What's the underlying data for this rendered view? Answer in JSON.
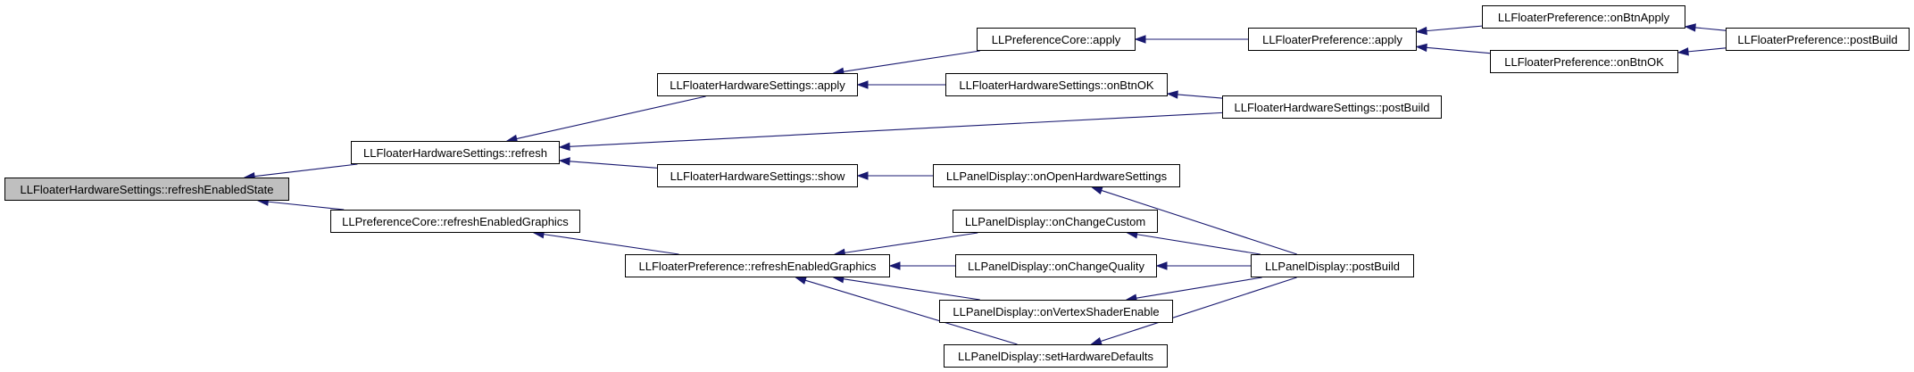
{
  "graph": {
    "edge_color": "#191970",
    "root_fill": "#bfbfbf",
    "node_fill": "#ffffff",
    "nodes": {
      "refreshEnabledState": "LLFloaterHardwareSettings::refreshEnabledState",
      "refresh": "LLFloaterHardwareSettings::refresh",
      "prefCoreRefreshEnabledGraphics": "LLPreferenceCore::refreshEnabledGraphics",
      "hwApply": "LLFloaterHardwareSettings::apply",
      "hwShow": "LLFloaterHardwareSettings::show",
      "floaterPrefRefreshEnabledGraphics": "LLFloaterPreference::refreshEnabledGraphics",
      "prefCoreApply": "LLPreferenceCore::apply",
      "hwOnBtnOK": "LLFloaterHardwareSettings::onBtnOK",
      "hwPostBuild": "LLFloaterHardwareSettings::postBuild",
      "onOpenHardwareSettings": "LLPanelDisplay::onOpenHardwareSettings",
      "onChangeCustom": "LLPanelDisplay::onChangeCustom",
      "onChangeQuality": "LLPanelDisplay::onChangeQuality",
      "onVertexShaderEnable": "LLPanelDisplay::onVertexShaderEnable",
      "setHardwareDefaults": "LLPanelDisplay::setHardwareDefaults",
      "floaterPrefApply": "LLFloaterPreference::apply",
      "panelDisplayPostBuild": "LLPanelDisplay::postBuild",
      "floaterPrefOnBtnApply": "LLFloaterPreference::onBtnApply",
      "floaterPrefOnBtnOK": "LLFloaterPreference::onBtnOK",
      "floaterPrefPostBuild": "LLFloaterPreference::postBuild"
    },
    "edges": [
      [
        "refresh",
        "refreshEnabledState"
      ],
      [
        "prefCoreRefreshEnabledGraphics",
        "refreshEnabledState"
      ],
      [
        "hwApply",
        "refresh"
      ],
      [
        "hwShow",
        "refresh"
      ],
      [
        "hwPostBuild",
        "refresh"
      ],
      [
        "floaterPrefRefreshEnabledGraphics",
        "prefCoreRefreshEnabledGraphics"
      ],
      [
        "prefCoreApply",
        "hwApply"
      ],
      [
        "hwOnBtnOK",
        "hwApply"
      ],
      [
        "onOpenHardwareSettings",
        "hwShow"
      ],
      [
        "onChangeCustom",
        "floaterPrefRefreshEnabledGraphics"
      ],
      [
        "onChangeQuality",
        "floaterPrefRefreshEnabledGraphics"
      ],
      [
        "onVertexShaderEnable",
        "floaterPrefRefreshEnabledGraphics"
      ],
      [
        "setHardwareDefaults",
        "floaterPrefRefreshEnabledGraphics"
      ],
      [
        "floaterPrefApply",
        "prefCoreApply"
      ],
      [
        "hwPostBuild",
        "hwOnBtnOK"
      ],
      [
        "panelDisplayPostBuild",
        "onOpenHardwareSettings"
      ],
      [
        "panelDisplayPostBuild",
        "onChangeCustom"
      ],
      [
        "panelDisplayPostBuild",
        "onChangeQuality"
      ],
      [
        "panelDisplayPostBuild",
        "onVertexShaderEnable"
      ],
      [
        "panelDisplayPostBuild",
        "setHardwareDefaults"
      ],
      [
        "floaterPrefOnBtnApply",
        "floaterPrefApply"
      ],
      [
        "floaterPrefOnBtnOK",
        "floaterPrefApply"
      ],
      [
        "floaterPrefPostBuild",
        "floaterPrefOnBtnApply"
      ],
      [
        "floaterPrefPostBuild",
        "floaterPrefOnBtnOK"
      ]
    ]
  }
}
